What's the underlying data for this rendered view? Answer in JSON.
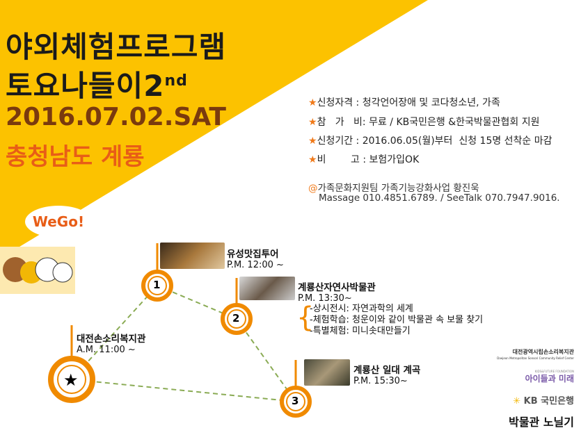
{
  "title": {
    "line1": "야외체험프로그램",
    "line2": "토요나들이2",
    "line2_sup": "nd",
    "date": "2016.07.02.SAT",
    "location": "충청남도 계룡"
  },
  "badge": "WeGo!",
  "info": [
    {
      "icon": "★",
      "text": "신청자격 : 청각언어장애 및 코다청소년, 가족"
    },
    {
      "icon": "★",
      "text": "참   가   비: 무료 / KB국민은행 &한국박물관협회 지원"
    },
    {
      "icon": "★",
      "text": "신청기간 : 2016.06.05(월)부터  신청 15명 선착순 마감"
    },
    {
      "icon": "★",
      "text": "비        고 : 보험가입OK"
    }
  ],
  "contact": {
    "icon": "@",
    "line1": "가족문화지원팀 가족기능강화사업 황진욱",
    "line2": "Massage  010.4851.6789.  / SeeTalk  070.7947.9016."
  },
  "stops": [
    {
      "marker": "★",
      "name": "대전손소리복지관",
      "time": "A.M. 11:00 ~"
    },
    {
      "marker": "1",
      "name": "유성맛집투어",
      "time": "P.M. 12:00 ~"
    },
    {
      "marker": "2",
      "name": "계룡산자연사박물관",
      "time": "P.M. 13:30~",
      "details": [
        "-상시전시: 자연과학의 세계",
        "-체험학습: 청운이와 같이 박물관 속 보물 찾기",
        "-특별체험: 미니솟대만들기"
      ]
    },
    {
      "marker": "3",
      "name": "계룡산 일대 계곡",
      "time": "P.M. 15:30~"
    }
  ],
  "logos": [
    "대전광역시립손소리복지관",
    "Daejeon Metropolitan Sonsori Community Relief Center",
    "KIDS&FUTURE FOUNDATION",
    "아이들과 미래",
    "KB 국민은행",
    "박물관 노닐기"
  ],
  "colors": {
    "yellow": "#fcc200",
    "orange": "#f08a00",
    "accent": "#e85d17"
  }
}
